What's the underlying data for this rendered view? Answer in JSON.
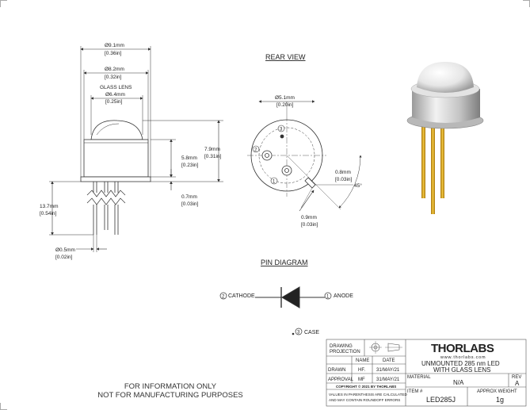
{
  "side_view": {
    "dia_outer": "Ø9.1mm",
    "dia_outer_in": "[0.36in]",
    "dia_cap": "Ø8.2mm",
    "dia_cap_in": "[0.32in]",
    "glass_label": "GLASS LENS",
    "dia_lens": "Ø6.4mm",
    "dia_lens_in": "[0.25in]",
    "height_total": "7.9mm",
    "height_total_in": "[0.31in]",
    "height_body": "5.8mm",
    "height_body_in": "[0.23in]",
    "flange": "0.7mm",
    "flange_in": "[0.03in]",
    "lead_len": "13.7mm",
    "lead_len_in": "[0.54in]",
    "lead_dia": "Ø0.5mm",
    "lead_dia_in": "[0.02in]"
  },
  "rear_view": {
    "title": "REAR VIEW",
    "dia_circle": "Ø5.1mm",
    "dia_circle_in": "[0.20in]",
    "tab_w": "0.8mm",
    "tab_w_in": "[0.03in]",
    "tab_l": "0.9mm",
    "tab_l_in": "[0.03in]",
    "angle": "45°",
    "pins": [
      "1",
      "2",
      "3"
    ]
  },
  "pin_diagram": {
    "title": "PIN DIAGRAM",
    "cathode_num": "2",
    "cathode": "CATHODE",
    "anode_num": "1",
    "anode": "ANODE",
    "case_num": "3",
    "case": "CASE"
  },
  "notice": {
    "line1": "FOR INFORMATION ONLY",
    "line2": "NOT FOR MANUFACTURING PURPOSES"
  },
  "title_block": {
    "projection_label1": "DRAWING",
    "projection_label2": "PROJECTION",
    "col_name": "NAME",
    "col_date": "DATE",
    "drawn_label": "DRAWN",
    "drawn_name": "HF.",
    "drawn_date": "31/MAY/21",
    "approval_label": "APPROVAL",
    "approval_name": "MF",
    "approval_date": "31/MAY/21",
    "copyright": "COPYRIGHT © 2021 BY THORLABS",
    "values_note1": "VALUES IN PARENTHESIS ARE CALCULATED",
    "values_note2": "AND MAY CONTAIN ROUNDOFF ERRORS",
    "logo": "THORLABS",
    "website": "www.thorlabs.com",
    "desc1": "UNMOUNTED 285 nm LED",
    "desc2": "WITH GLASS LENS",
    "material_label": "MATERIAL",
    "material": "N/A",
    "rev_label": "REV",
    "rev": "A",
    "item_label": "ITEM #",
    "item": "LED285J",
    "weight_label": "APPROX WEIGHT",
    "weight": "1g"
  },
  "colors": {
    "line": "#333333",
    "gold": "#d9a521",
    "metal": "#c8c8c8"
  }
}
